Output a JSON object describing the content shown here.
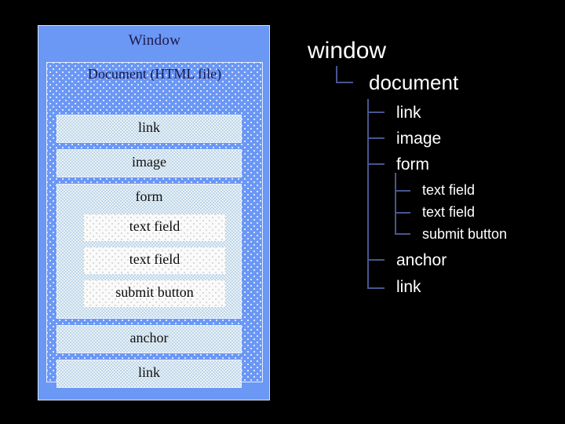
{
  "slide": {
    "background_color": "#000000",
    "accent_blue": "#6B97F5",
    "connector_color": "#46568F",
    "text_color_light": "#FFFFFF",
    "text_color_dark": "#17174A"
  },
  "box_model": {
    "window_title": "Window",
    "document_label": "Document (HTML file)",
    "children": [
      {
        "label": "link"
      },
      {
        "label": "image"
      },
      {
        "label": "form",
        "children": [
          {
            "label": "text field"
          },
          {
            "label": "text field"
          },
          {
            "label": "submit button"
          }
        ]
      },
      {
        "label": "anchor"
      },
      {
        "label": "link"
      }
    ]
  },
  "tree": {
    "root": "window",
    "document": "document",
    "items": [
      {
        "label": "link"
      },
      {
        "label": "image"
      },
      {
        "label": "form"
      },
      {
        "label": "text field"
      },
      {
        "label": "text field"
      },
      {
        "label": "submit button"
      },
      {
        "label": "anchor"
      },
      {
        "label": "link"
      }
    ]
  }
}
